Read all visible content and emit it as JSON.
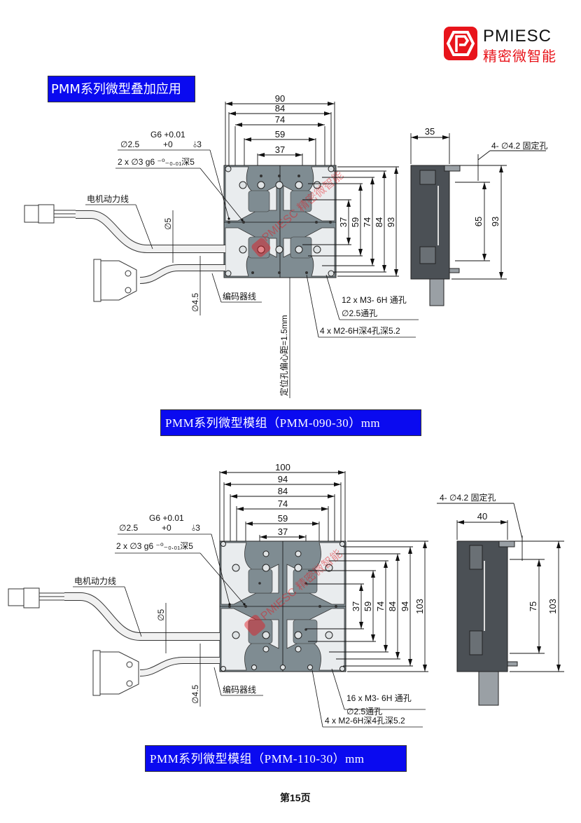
{
  "brand": {
    "name_en": "PMIESC",
    "name_cn": "精密微智能",
    "watermark": "PMIESC 精密微智能",
    "accent_color": "#e8141b"
  },
  "header": {
    "banner": "PMM系列微型叠加应用",
    "banner_color": "#0a0af0"
  },
  "drawings": [
    {
      "caption": "PMM系列微型模组（PMM-090-30）mm",
      "top_dims": [
        "90",
        "84",
        "74",
        "59",
        "37"
      ],
      "right_dims": [
        "37",
        "59",
        "74",
        "84",
        "93"
      ],
      "tolerance": {
        "line1": "∅2.5",
        "g6": "G6 +0.01",
        "plus0": "+0",
        "depth": "⫰3"
      },
      "pin_note": "2 x ∅3 g6 ⁻⁰₋₀.₀₁深5",
      "motor_cable": "电机动力线",
      "motor_dia": "∅5",
      "encoder_cable": "编码器线",
      "encoder_dia": "∅4.5",
      "offset_note": "定位孔偏心距=1.5mm",
      "holes_note": "12 x M3- 6H 通孔",
      "thru_note": "∅2.5通孔",
      "m2_note": "4 x M2-6H深4孔深5.2",
      "side": {
        "width": "35",
        "fix_holes": "4- ∅4.2 固定孔",
        "pitch": "65",
        "height": "93"
      }
    },
    {
      "caption": "PMM系列微型模组（PMM-110-30）mm",
      "top_dims": [
        "100",
        "94",
        "84",
        "74",
        "59",
        "37"
      ],
      "right_dims": [
        "37",
        "59",
        "74",
        "84",
        "94",
        "103"
      ],
      "tolerance": {
        "line1": "∅2.5",
        "g6": "G6 +0.01",
        "plus0": "+0",
        "depth": "⫰3"
      },
      "pin_note": "2 x ∅3 g6 ⁻⁰₋₀.₀₁深5",
      "motor_cable": "电机动力线",
      "motor_dia": "∅5",
      "encoder_cable": "编码器线",
      "encoder_dia": "∅4.5",
      "holes_note": "16 x M3- 6H 通孔",
      "thru_note": "∅2.5通孔",
      "m2_note": "4 x M2-6H深4孔深5.2",
      "side": {
        "width": "40",
        "fix_holes": "4- ∅4.2 固定孔",
        "pitch": "75",
        "height": "103"
      }
    }
  ],
  "footer": {
    "page": "第15页"
  }
}
